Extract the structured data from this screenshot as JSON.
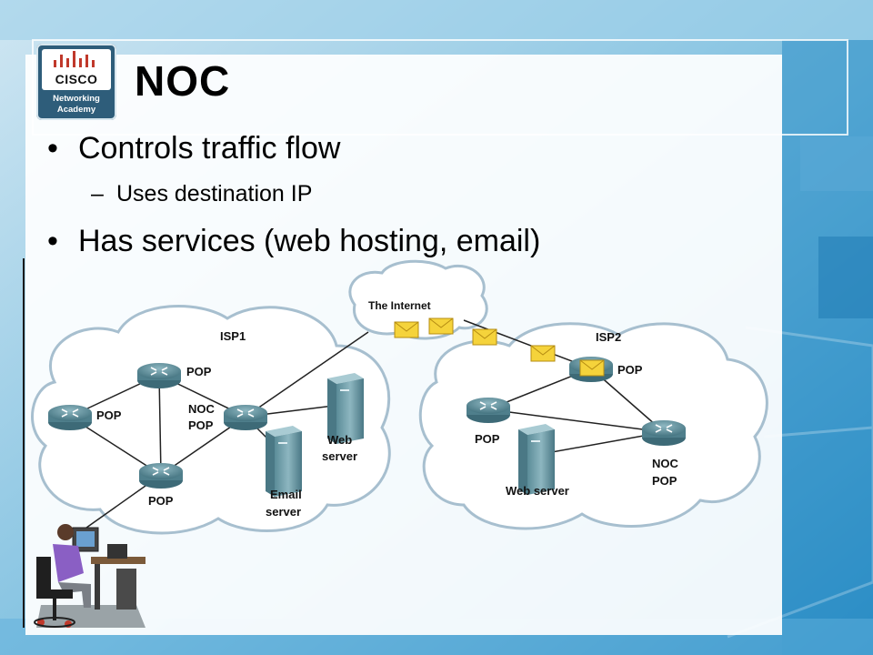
{
  "slide": {
    "title": "NOC",
    "logo": {
      "brand": "CISCO",
      "line1": "Networking",
      "line2": "Academy"
    },
    "bullets": [
      {
        "marker": "•",
        "text": "Controls traffic flow",
        "level": 1
      },
      {
        "marker": "–",
        "text": "Uses destination IP",
        "level": 2
      },
      {
        "marker": "•",
        "text": "Has services (web hosting, email)",
        "level": 1
      }
    ]
  },
  "diagram": {
    "internet_label": "The Internet",
    "isp1": {
      "label": "ISP1",
      "pop_top": "POP",
      "pop_left": "POP",
      "pop_bottom": "POP",
      "noc_line1": "NOC",
      "noc_line2": "POP",
      "web_line1": "Web",
      "web_line2": "server",
      "email_line1": "Email",
      "email_line2": "server"
    },
    "isp2": {
      "label": "ISP2",
      "pop_top": "POP",
      "pop_left": "POP",
      "web_server": "Web server",
      "noc_line1": "NOC",
      "noc_line2": "POP"
    },
    "colors": {
      "cloud_fill": "#ffffff",
      "cloud_stroke": "#a7bfcf",
      "router": "#5f8c99",
      "server": "#6b9aa6",
      "envelope": "#f5d33b",
      "link": "#222222"
    }
  }
}
